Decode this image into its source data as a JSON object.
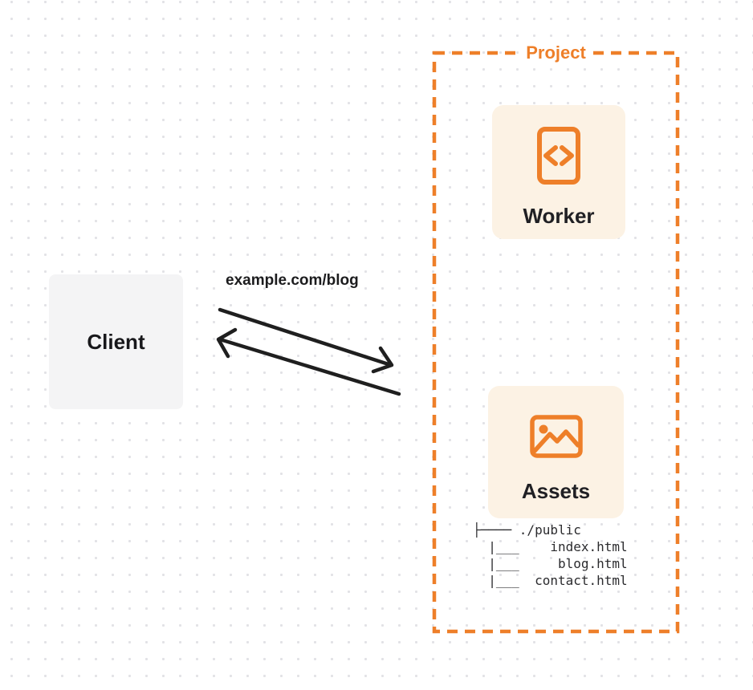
{
  "colors": {
    "orange": "#ee7f29",
    "box_cream": "#fcf2e4",
    "client_gray": "#f4f4f5",
    "arrow_black": "#1f1f1f",
    "dot_gray": "#e2e2e6"
  },
  "client": {
    "label": "Client"
  },
  "request": {
    "url": "example.com/blog"
  },
  "project": {
    "label": "Project",
    "worker": {
      "label": "Worker",
      "icon": "code-file-icon"
    },
    "assets": {
      "label": "Assets",
      "icon": "image-icon"
    },
    "file_tree": {
      "lines": [
        "├──── ./public",
        "  |___    index.html",
        "  |___     blog.html",
        "  |___  contact.html"
      ]
    }
  }
}
